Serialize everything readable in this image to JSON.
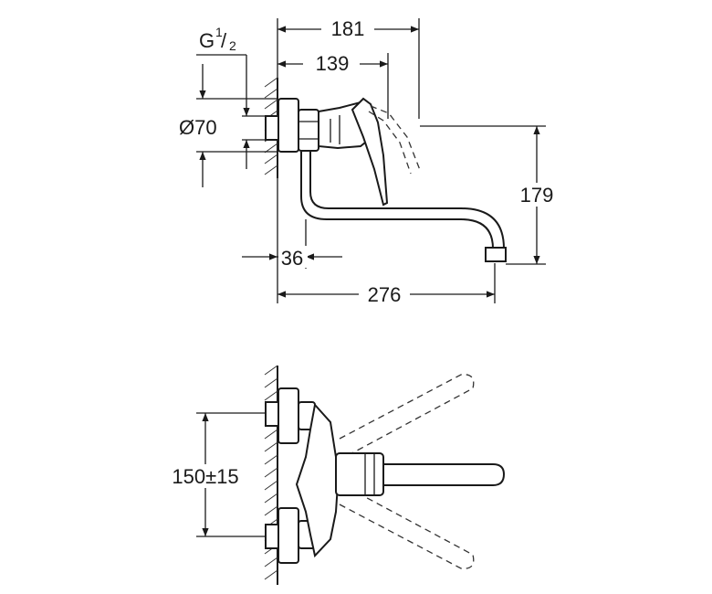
{
  "side_view": {
    "dims": {
      "width_total": "181",
      "width_lever": "139",
      "thread": "G",
      "thread_num": "1",
      "thread_den": "2",
      "diameter": "Ø70",
      "height": "179",
      "offset": "36",
      "reach": "276"
    }
  },
  "top_view": {
    "dims": {
      "spacing": "150±15"
    }
  }
}
